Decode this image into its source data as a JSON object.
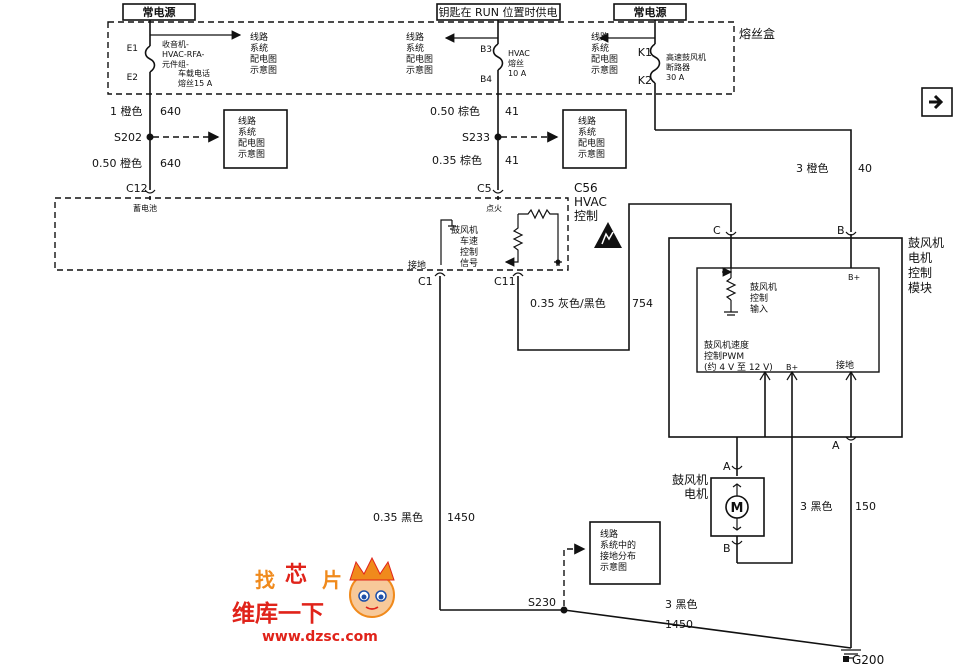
{
  "colors": {
    "line": "#111111",
    "arrow_box": "#333333",
    "watermark_red": "#e0231a",
    "watermark_blue": "#1d4fa8",
    "watermark_orange": "#f08a1c"
  },
  "top_labels": {
    "constant_power_left": "常电源",
    "run_power": "钥匙在 RUN 位置时供电",
    "constant_power_right": "常电源",
    "fuse_box": "熔丝盒"
  },
  "fuse_left": {
    "pin_top": "E1",
    "pin_bottom": "E2",
    "line1": "收音机-",
    "line2": "HVAC-RFA-",
    "line3": "元件组-",
    "line4": "车载电话",
    "line5": "熔丝15 A"
  },
  "fuse_mid": {
    "pin_top": "B3",
    "pin_bottom": "B4",
    "line1": "HVAC",
    "line2": "熔丝",
    "line3": "10 A"
  },
  "fuse_right": {
    "pin_top": "K1",
    "pin_bottom": "K2",
    "line1": "高速鼓风机",
    "line2": "断路器",
    "line3": "30 A"
  },
  "ref_text": {
    "line1": "线路",
    "line2": "系统",
    "line3": "配电图",
    "line4": "示意图"
  },
  "ground_ref_text": {
    "line1": "线路",
    "line2": "系统中的",
    "line3": "接地分布",
    "line4": "示意图"
  },
  "wires": {
    "w640_upper": {
      "gauge_color": "1 橙色",
      "circuit": "640"
    },
    "w640_lower": {
      "gauge_color": "0.50 橙色",
      "circuit": "640"
    },
    "w41_upper": {
      "gauge_color": "0.50 棕色",
      "circuit": "41"
    },
    "w41_lower": {
      "gauge_color": "0.35 棕色",
      "circuit": "41"
    },
    "w40": {
      "gauge_color": "3 橙色",
      "circuit": "40"
    },
    "w754": {
      "gauge_color": "0.35 灰色/黑色",
      "circuit": "754"
    },
    "w1450_vert": {
      "gauge_color": "0.35 黑色",
      "circuit": "1450"
    },
    "w150": {
      "gauge_color": "3 黑色",
      "circuit": "150"
    },
    "w1450_horiz": {
      "gauge_color": "3 黑色",
      "circuit": "1450"
    }
  },
  "splices": {
    "s202": "S202",
    "s233": "S233",
    "s230": "S230"
  },
  "connectors": {
    "c12": "C12",
    "c5": "C5",
    "c1": "C1",
    "c11": "C11",
    "c56": "C56"
  },
  "hvac_control": {
    "battery": "蓄电池",
    "ignition": "点火",
    "ground": "接地",
    "title1": "HVAC",
    "title2": "控制",
    "signal1": "鼓风机",
    "signal2": "车速",
    "signal3": "控制",
    "signal4": "信号"
  },
  "blower_module": {
    "title1": "鼓风机",
    "title2": "电机",
    "title3": "控制",
    "title4": "模块",
    "pin_c": "C",
    "pin_b": "B",
    "pin_a": "A",
    "bplus_top": "B+",
    "bplus_bottom": "B+",
    "input1": "鼓风机",
    "input2": "控制",
    "input3": "输入",
    "pwm1": "鼓风机速度",
    "pwm2": "控制PWM",
    "pwm3": "(约 4 V 至 12 V)",
    "ground": "接地"
  },
  "motor": {
    "label1": "鼓风机",
    "label2": "电机",
    "symbol": "M",
    "pin_a": "A",
    "pin_b": "B"
  },
  "ground_point": "G200",
  "watermark": {
    "site": "www.dzsc.com",
    "brand": "维库一下",
    "top_left": "找",
    "top_mid": "芯",
    "top_right": "片"
  },
  "nav_arrow_icon": "arrow-right-icon"
}
